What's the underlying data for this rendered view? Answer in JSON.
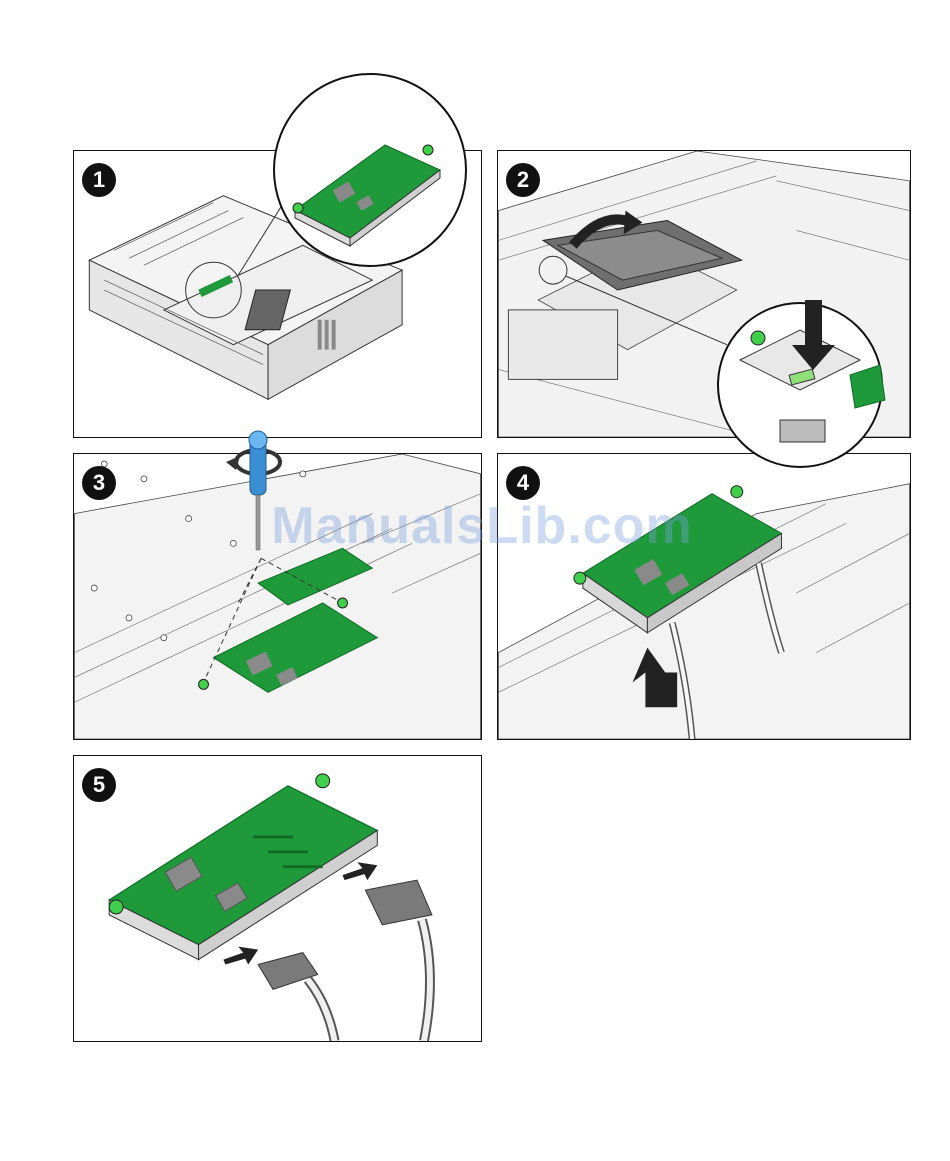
{
  "steps": [
    {
      "number": "1"
    },
    {
      "number": "2"
    },
    {
      "number": "3"
    },
    {
      "number": "4"
    },
    {
      "number": "5"
    }
  ],
  "watermark": "ManualsLib.com",
  "colors": {
    "board_green": "#1f9a3a",
    "board_dark": "#0f6b25",
    "chip_gray": "#8a8a8a",
    "line": "#333333",
    "arrow": "#222222",
    "screw_green": "#3fcf4a",
    "screwdriver_blue": "#3a8fd4"
  }
}
